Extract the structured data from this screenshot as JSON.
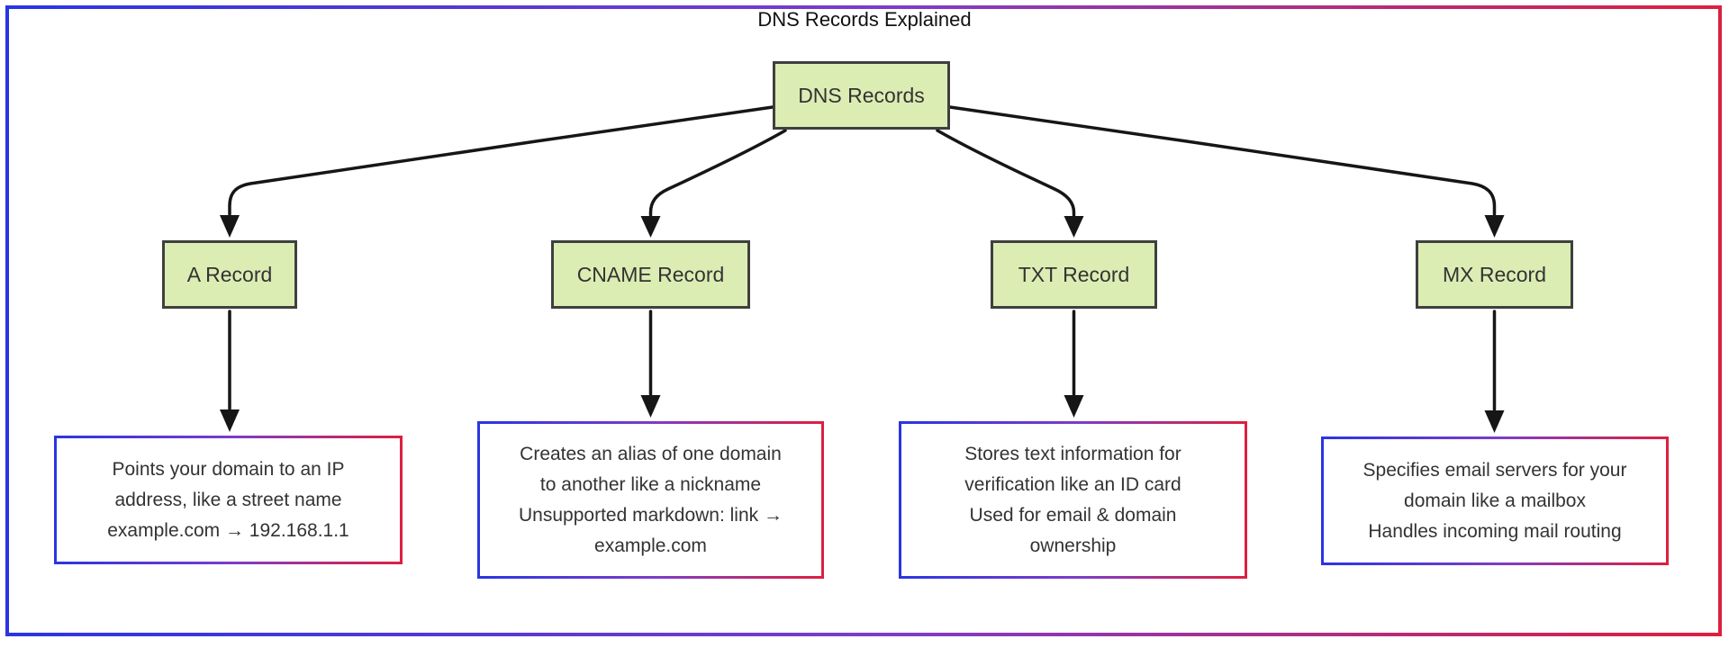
{
  "title": "DNS Records Explained",
  "colors": {
    "node_fill": "#dcedb4",
    "node_border": "#3f3f3f",
    "edge_color": "#161616",
    "text_color": "#333333",
    "title_color": "#111111",
    "grad_blue": "#2a35e2",
    "grad_violet": "#7e3cc8",
    "grad_red": "#dc2040"
  },
  "root": {
    "label": "DNS Records"
  },
  "children": [
    {
      "label": "A Record"
    },
    {
      "label": "CNAME Record"
    },
    {
      "label": "TXT Record"
    },
    {
      "label": "MX Record"
    }
  ],
  "leaves": [
    {
      "lines": [
        "Points your domain to an IP",
        "address, like a street name",
        "example.com → 192.168.1.1"
      ]
    },
    {
      "lines": [
        "Creates an alias of one domain",
        "to another like a nickname",
        "Unsupported markdown: link →",
        "example.com"
      ]
    },
    {
      "lines": [
        "Stores text information for",
        "verification like an ID card",
        "Used for email & domain",
        "ownership"
      ]
    },
    {
      "lines": [
        "Specifies email servers for your",
        "domain like a mailbox",
        "Handles incoming mail routing"
      ]
    }
  ]
}
